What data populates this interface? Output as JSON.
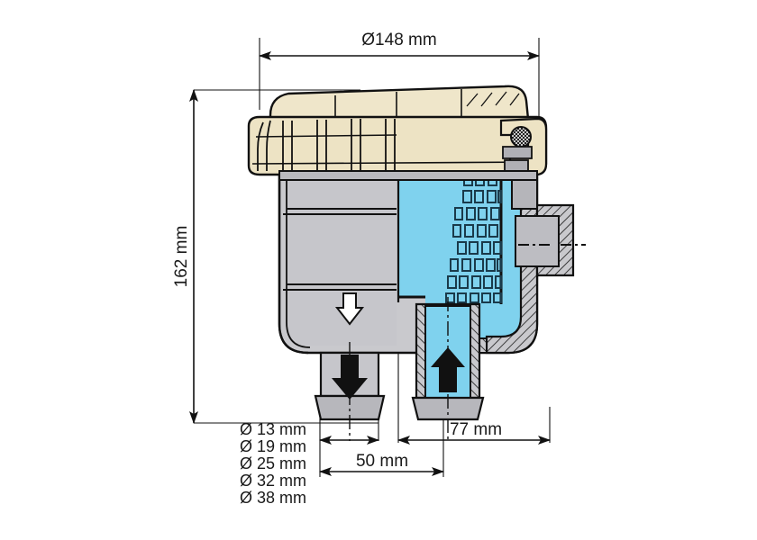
{
  "drawing": {
    "title": "Water strainer cross-section drawing",
    "background_color": "#ffffff",
    "line_color": "#000000"
  },
  "colors": {
    "water": "#7FD2EE",
    "water_dark": "#5FC4E6",
    "body_grey": "#C9C9CD",
    "body_grey_dark": "#ABABB0",
    "cap_cream": "#EDE3C4",
    "cap_cream_dark": "#DCCFA4",
    "outline": "#000000"
  },
  "dimensions": {
    "top": {
      "label": "Ø148 mm",
      "name": "outer-diameter"
    },
    "left": {
      "label": "162 mm",
      "name": "overall-height"
    },
    "bottom_right": {
      "label": "77 mm",
      "name": "inlet-offset"
    },
    "bottom_center": {
      "label": "50 mm",
      "name": "outlet-spacing"
    }
  },
  "hose_sizes": {
    "name": "hose-connection-diameters",
    "items": [
      "Ø 13 mm",
      "Ø 19 mm",
      "Ø 25 mm",
      "Ø 32 mm",
      "Ø 38 mm"
    ]
  },
  "flow": {
    "outlet_arrow": "down-arrow",
    "inlet_arrow": "up-arrow",
    "body_arrow": "down-arrow-outline"
  },
  "parts": {
    "lid": "transparent-lid",
    "cap": "ribbed-screw-cap",
    "housing": "filter-housing",
    "strainer": "perforated-strainer-basket",
    "side_port": "side-port-fitting",
    "outlet": "outlet-spout",
    "inlet": "inlet-tube",
    "seal": "o-ring-seal"
  }
}
